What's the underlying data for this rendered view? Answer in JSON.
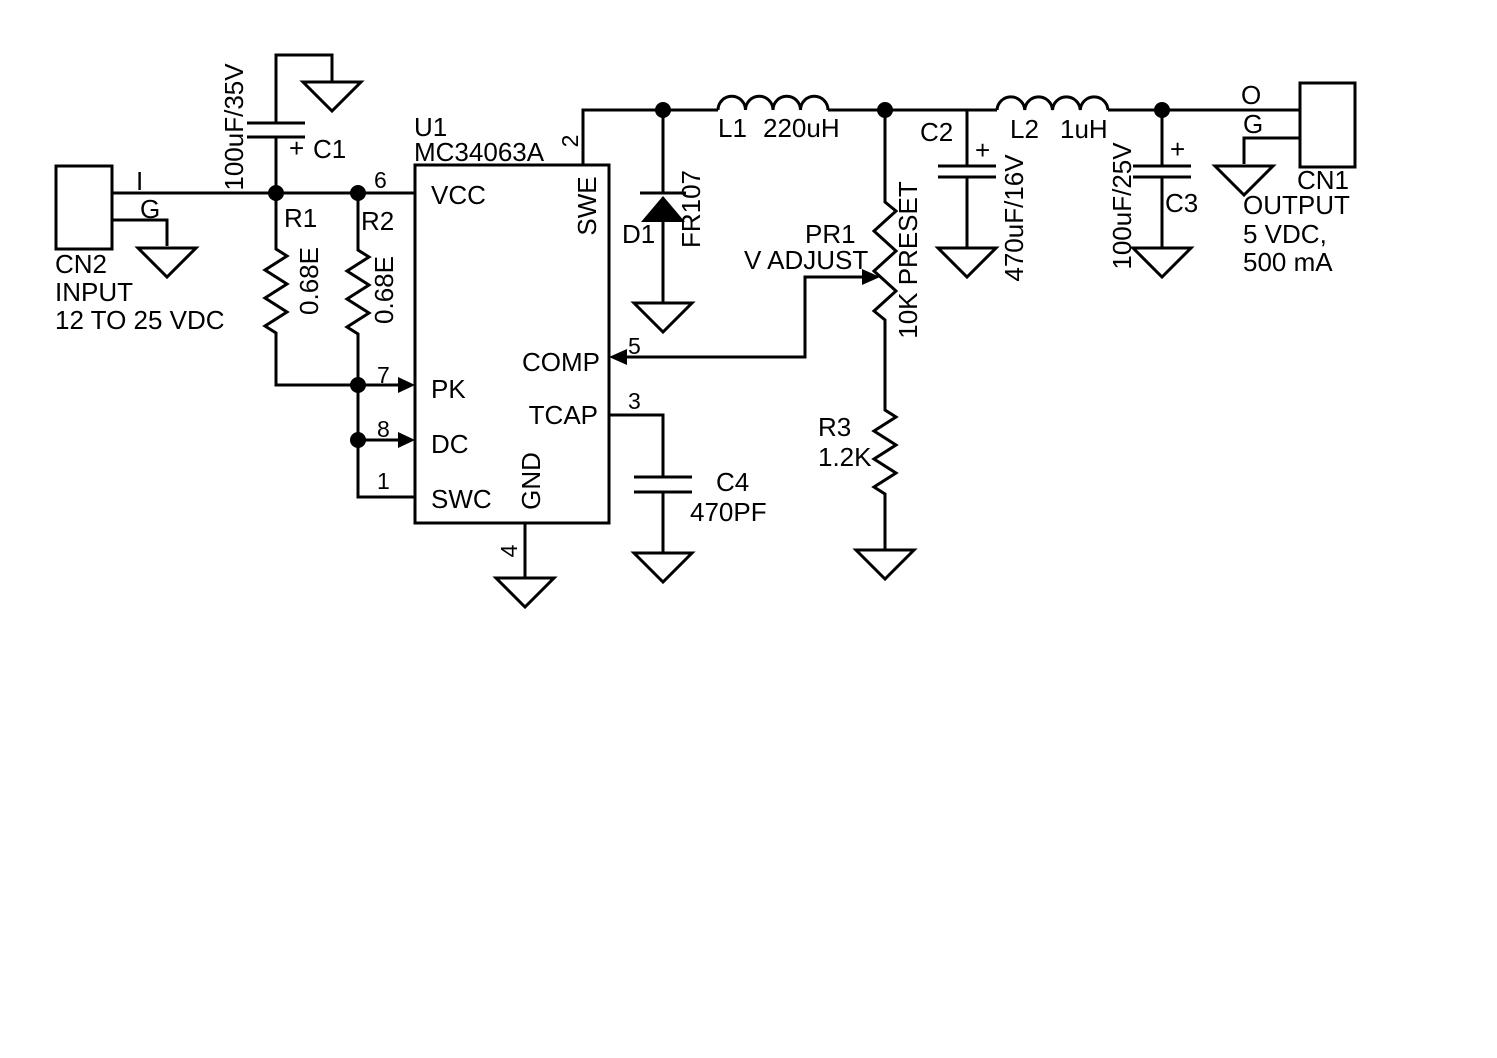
{
  "colors": {
    "ink": "#000000",
    "background": "#ffffff"
  },
  "schematic": {
    "u1": {
      "ref": "U1",
      "part": "MC34063A",
      "pins": {
        "vcc": {
          "name": "VCC",
          "num": "6"
        },
        "swe": {
          "name": "SWE",
          "num": "2"
        },
        "comp": {
          "name": "COMP",
          "num": "5"
        },
        "tcap": {
          "name": "TCAP",
          "num": "3"
        },
        "pk": {
          "name": "PK",
          "num": "7"
        },
        "dc": {
          "name": "DC",
          "num": "8"
        },
        "swc": {
          "name": "SWC",
          "num": "1"
        },
        "gnd": {
          "name": "GND",
          "num": "4"
        }
      }
    },
    "cn2": {
      "ref": "CN2",
      "pin_i": "I",
      "pin_g": "G",
      "desc1": "INPUT",
      "desc2": "12 TO 25 VDC"
    },
    "cn1": {
      "ref": "CN1",
      "pin_o": "O",
      "pin_g": "G",
      "desc1": "OUTPUT",
      "desc2": "5 VDC,",
      "desc3": "500 mA"
    },
    "c1": {
      "ref": "C1",
      "value": "100uF/35V",
      "plus": "+"
    },
    "c2": {
      "ref": "C2",
      "value": "470uF/16V",
      "plus": "+"
    },
    "c3": {
      "ref": "C3",
      "value": "100uF/25V",
      "plus": "+"
    },
    "c4": {
      "ref": "C4",
      "value": "470PF"
    },
    "r1": {
      "ref": "R1",
      "value": "0.68E"
    },
    "r2": {
      "ref": "R2",
      "value": "0.68E"
    },
    "r3": {
      "ref": "R3",
      "value": "1.2K"
    },
    "l1": {
      "ref": "L1",
      "value": "220uH"
    },
    "l2": {
      "ref": "L2",
      "value": "1uH"
    },
    "d1": {
      "ref": "D1",
      "value": "FR107"
    },
    "pr1": {
      "ref": "PR1",
      "function": "V ADJUST",
      "value": "10K PRESET"
    }
  }
}
